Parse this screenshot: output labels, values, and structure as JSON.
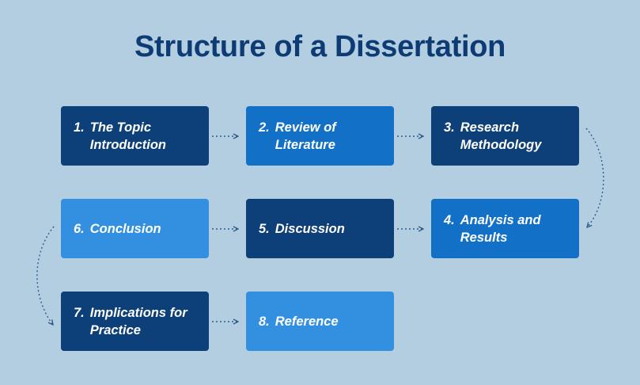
{
  "title": "Structure of a Dissertation",
  "steps": [
    {
      "num": "1.",
      "label": "The Topic Introduction"
    },
    {
      "num": "2.",
      "label": "Review of Literature"
    },
    {
      "num": "3.",
      "label": "Research Methodology"
    },
    {
      "num": "4.",
      "label": "Analysis and Results"
    },
    {
      "num": "5.",
      "label": "Discussion"
    },
    {
      "num": "6.",
      "label": "Conclusion"
    },
    {
      "num": "7.",
      "label": "Implications for Practice"
    },
    {
      "num": "8.",
      "label": "Reference"
    }
  ],
  "colors": {
    "background": "#b3cde1",
    "title": "#0d3b73",
    "dark": "#0d3f78",
    "mid": "#1370c7",
    "light": "#3390e0",
    "arrow": "#2f5d8a"
  }
}
